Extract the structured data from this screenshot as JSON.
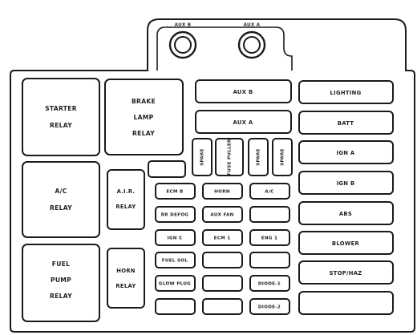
{
  "aux_outlets": [
    "AUX B",
    "AUX A"
  ],
  "relays": {
    "starter": [
      "STARTER",
      "RELAY"
    ],
    "brake_lamp": [
      "BRAKE",
      "LAMP",
      "RELAY"
    ],
    "ac": [
      "A/C",
      "RELAY"
    ],
    "air": [
      "A.I.R.",
      "RELAY"
    ],
    "fuel_pump": [
      "FUEL",
      "PUMP",
      "RELAY"
    ],
    "horn": [
      "HORN",
      "RELAY"
    ]
  },
  "aux_fuses": [
    "AUX B",
    "AUX A"
  ],
  "vertical_fuses": [
    "SPARE",
    "FUSE PULLER",
    "SPARE",
    "SPARE"
  ],
  "right_column": [
    "LIGHTING",
    "BATT",
    "IGN A",
    "IGN B",
    "ABS",
    "BLOWER",
    "STOP/HAZ"
  ],
  "mini_fuses": {
    "r1": [
      "ECM B",
      "HORN",
      "A/C"
    ],
    "r2": [
      "RR DEFOG",
      "AUX FAN"
    ],
    "r3": [
      "IGN C",
      "ECM 1",
      "ENG 1"
    ],
    "r4": [
      "FUEL SOL"
    ],
    "r5": [
      "GLOW PLUG",
      "DIODE-1"
    ],
    "r6": [
      "DIODE-2"
    ]
  }
}
